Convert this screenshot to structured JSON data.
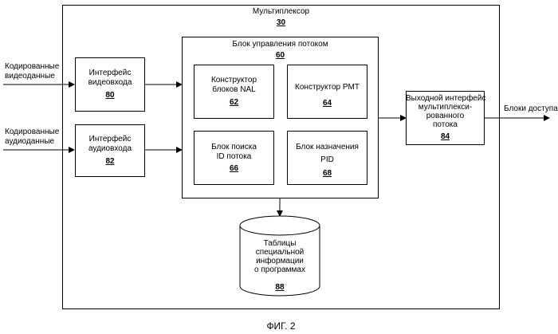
{
  "multiplexer": {
    "title": "Мультиплексор",
    "number": "30"
  },
  "inputs": {
    "video_line1": "Кодированные",
    "video_line2": "видеоданные",
    "audio_line1": "Кодированные",
    "audio_line2": "аудиоданные"
  },
  "video_interface": {
    "line1": "Интерфейс",
    "line2": "видеовхода",
    "number": "80"
  },
  "audio_interface": {
    "line1": "Интерфейс",
    "line2": "аудиовхода",
    "number": "82"
  },
  "stream_control": {
    "title": "Блок управления потоком",
    "number": "60"
  },
  "nal_constructor": {
    "line1": "Конструктор",
    "line2": "блоков NAL",
    "number": "62"
  },
  "pmt_constructor": {
    "line1": "Конструктор PMT",
    "number": "64"
  },
  "stream_id_search": {
    "line1": "Блок поиска",
    "line2": "ID потока",
    "number": "66"
  },
  "pid_assign": {
    "line1": "Блок  назначения",
    "line2": "PID",
    "number": "68"
  },
  "output_interface": {
    "line1": "Выходной интерфейс",
    "line2": "мультиплекси-",
    "line3": "рованного",
    "line4": "потока",
    "number": "84"
  },
  "output_label": "Блоки доступа",
  "database": {
    "line1": "Таблицы",
    "line2": "специальной",
    "line3": "информации",
    "line4": "о программах",
    "number": "88"
  },
  "figure_caption": "ФИГ. 2"
}
